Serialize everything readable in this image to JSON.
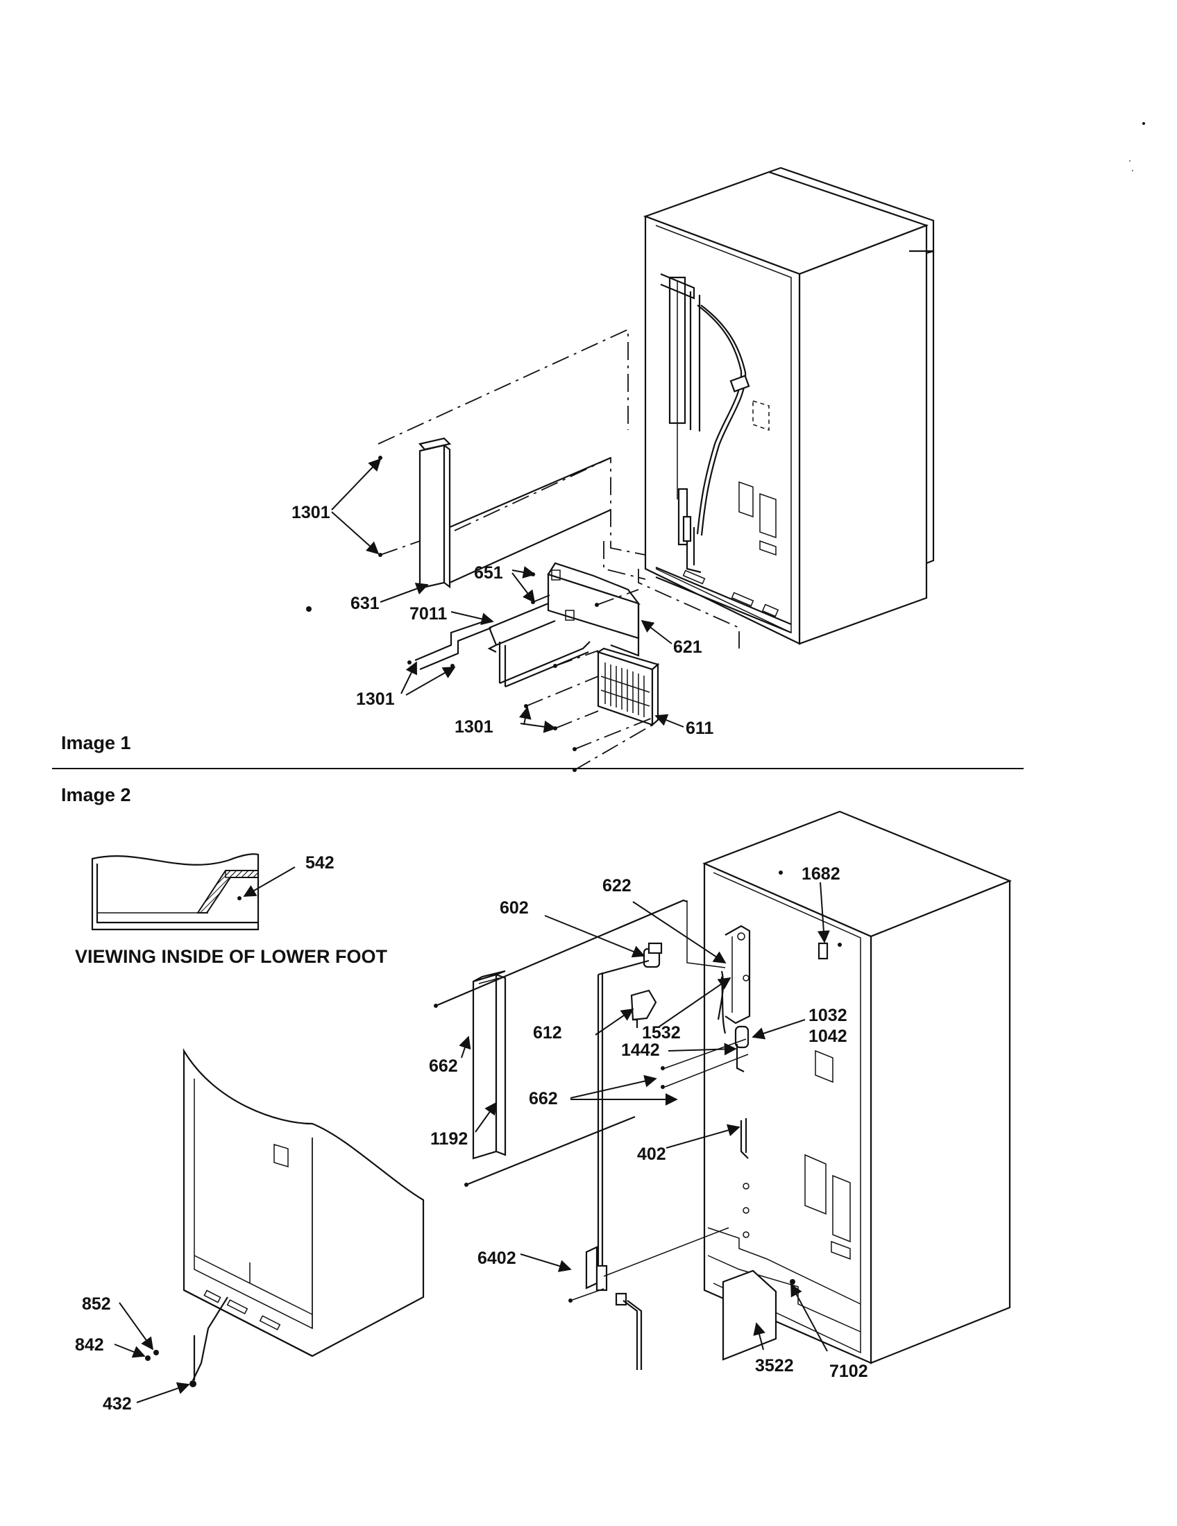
{
  "sections": {
    "image1": "Image 1",
    "image2": "Image 2"
  },
  "inset_caption": "VIEWING INSIDE OF LOWER FOOT",
  "callouts": {
    "c1301_a": "1301",
    "c631": "631",
    "c651": "651",
    "c7011": "7011",
    "c621": "621",
    "c1301_b": "1301",
    "c1301_c": "1301",
    "c611": "611",
    "c542": "542",
    "c602": "602",
    "c622": "622",
    "c1682": "1682",
    "c612": "612",
    "c1532": "1532",
    "c1032": "1032",
    "c1042": "1042",
    "c1442": "1442",
    "c662_a": "662",
    "c662_b": "662",
    "c1192": "1192",
    "c402": "402",
    "c852": "852",
    "c842": "842",
    "c432": "432",
    "c6402": "6402",
    "c3522": "3522",
    "c7102": "7102"
  }
}
